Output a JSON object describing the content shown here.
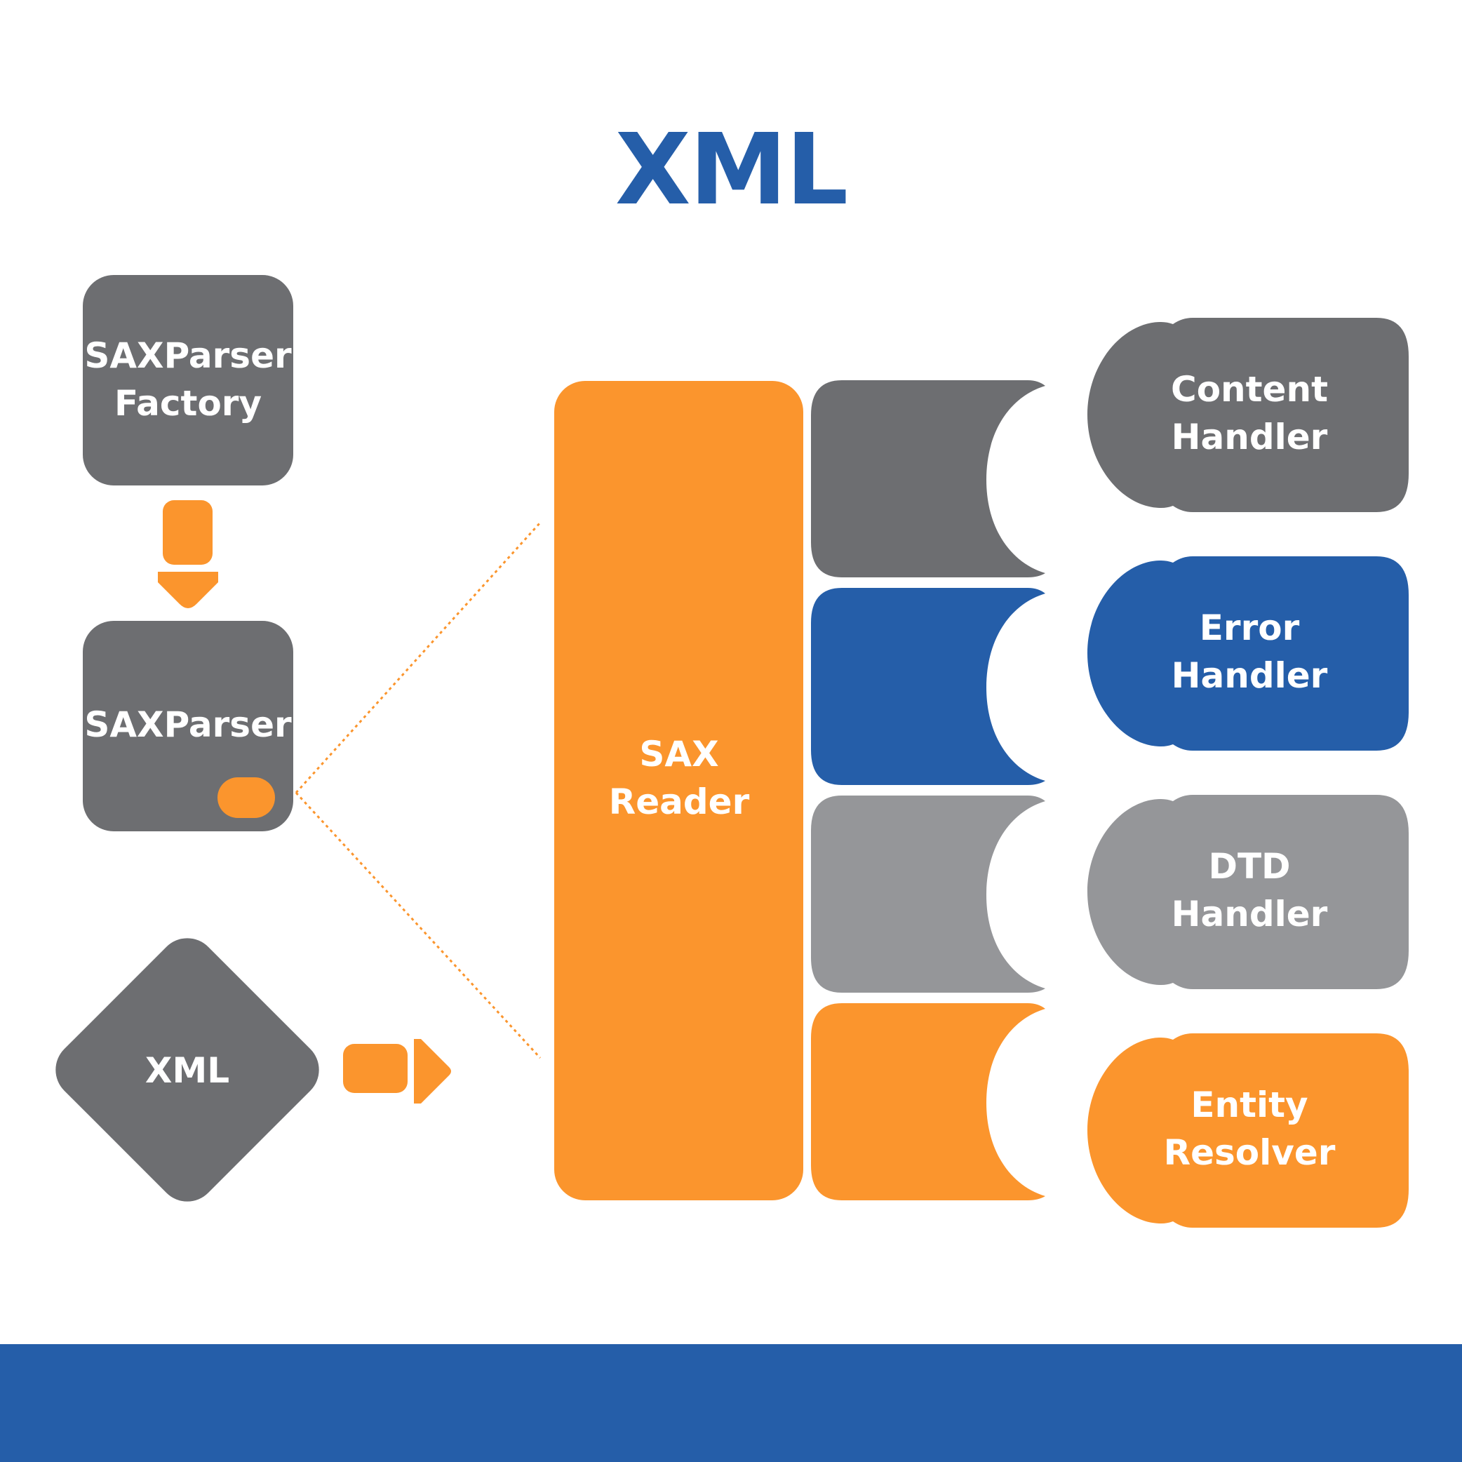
{
  "title": "XML",
  "colors": {
    "blue": "#255ea9",
    "orange": "#fb952d",
    "dark_gray": "#6d6e71",
    "light_gray": "#959699",
    "white": "#ffffff"
  },
  "factory_box": {
    "line1": "SAXParser",
    "line2": "Factory"
  },
  "parser_box": {
    "label": "SAXParser"
  },
  "xml_diamond": {
    "label": "XML"
  },
  "reader_box": {
    "line1": "SAX",
    "line2": "Reader"
  },
  "handlers": [
    {
      "line1": "Content",
      "line2": "Handler",
      "color": "#6d6e71"
    },
    {
      "line1": "Error",
      "line2": "Handler",
      "color": "#255ea9"
    },
    {
      "line1": "DTD",
      "line2": "Handler",
      "color": "#959699"
    },
    {
      "line1": "Entity",
      "line2": "Resolver",
      "color": "#fb952d"
    }
  ]
}
